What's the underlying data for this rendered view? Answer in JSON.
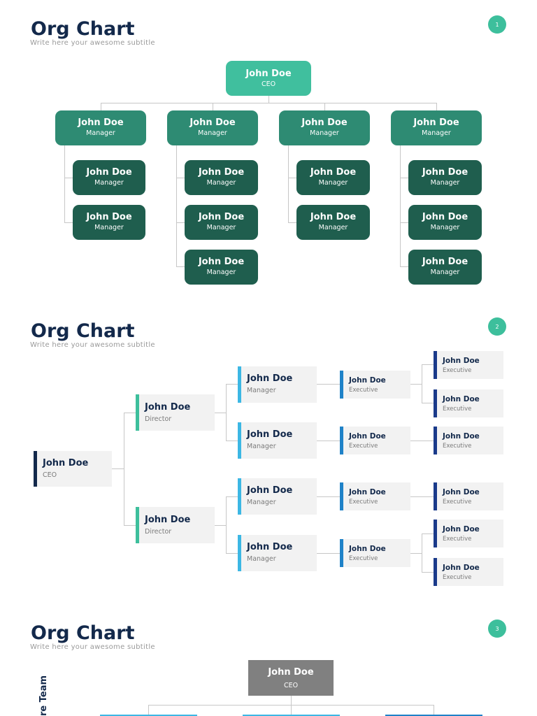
{
  "slides": [
    {
      "title": "Org Chart",
      "subtitle": "Write here your awesome subtitle",
      "page": "1"
    },
    {
      "title": "Org Chart",
      "subtitle": "Write here your awesome subtitle",
      "page": "2"
    },
    {
      "title": "Org Chart",
      "subtitle": "Write here your awesome subtitle",
      "page": "3"
    }
  ],
  "chart1": {
    "ceo": {
      "name": "John Doe",
      "role": "CEO"
    },
    "managers": [
      {
        "name": "John Doe",
        "role": "Manager",
        "reports": [
          {
            "name": "John Doe",
            "role": "Manager"
          },
          {
            "name": "John Doe",
            "role": "Manager"
          }
        ]
      },
      {
        "name": "John Doe",
        "role": "Manager",
        "reports": [
          {
            "name": "John Doe",
            "role": "Manager"
          },
          {
            "name": "John Doe",
            "role": "Manager"
          },
          {
            "name": "John Doe",
            "role": "Manager"
          }
        ]
      },
      {
        "name": "John Doe",
        "role": "Manager",
        "reports": [
          {
            "name": "John Doe",
            "role": "Manager"
          },
          {
            "name": "John Doe",
            "role": "Manager"
          }
        ]
      },
      {
        "name": "John Doe",
        "role": "Manager",
        "reports": [
          {
            "name": "John Doe",
            "role": "Manager"
          },
          {
            "name": "John Doe",
            "role": "Manager"
          },
          {
            "name": "John Doe",
            "role": "Manager"
          }
        ]
      }
    ],
    "colors": {
      "ceo": "#40bf9e",
      "manager": "#2e8b73",
      "report": "#1f5e4e"
    }
  },
  "chart2": {
    "ceo": {
      "name": "John Doe",
      "role": "CEO"
    },
    "directors": [
      {
        "name": "John Doe",
        "role": "Director",
        "managers": [
          {
            "name": "John Doe",
            "role": "Manager",
            "exec": {
              "name": "John Doe",
              "role": "Executive"
            },
            "leaves": [
              {
                "name": "John Doe",
                "role": "Executive"
              },
              {
                "name": "John Doe",
                "role": "Executive"
              }
            ]
          },
          {
            "name": "John Doe",
            "role": "Manager",
            "exec": {
              "name": "John Doe",
              "role": "Executive"
            },
            "leaves": [
              {
                "name": "John Doe",
                "role": "Executive"
              }
            ]
          }
        ]
      },
      {
        "name": "John Doe",
        "role": "Director",
        "managers": [
          {
            "name": "John Doe",
            "role": "Manager",
            "exec": {
              "name": "John Doe",
              "role": "Executive"
            },
            "leaves": [
              {
                "name": "John Doe",
                "role": "Executive"
              }
            ]
          },
          {
            "name": "John Doe",
            "role": "Manager",
            "exec": {
              "name": "John Doe",
              "role": "Executive"
            },
            "leaves": [
              {
                "name": "John Doe",
                "role": "Executive"
              },
              {
                "name": "John Doe",
                "role": "Executive"
              }
            ]
          }
        ]
      }
    ],
    "colors": {
      "ceo": "#13294b",
      "director": "#3dbf9c",
      "manager": "#3cb7e4",
      "executive": "#1f82c8",
      "leaf": "#1a3a8a"
    }
  },
  "chart3": {
    "ceo": {
      "name": "John Doe",
      "role": "CEO"
    },
    "side_label": "re Team",
    "colors": {
      "ceo": "#808080",
      "child_bar": "#3cb7e4"
    }
  }
}
